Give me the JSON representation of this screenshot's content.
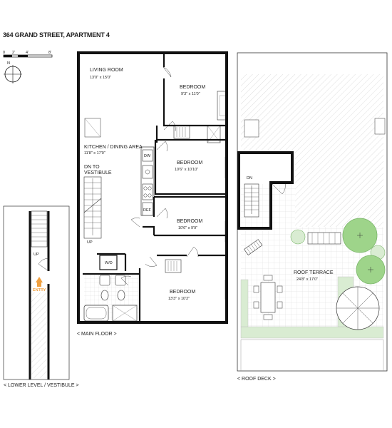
{
  "title": "364 GRAND STREET, APARTMENT 4",
  "scale": {
    "ticks": [
      "0",
      "2'",
      "4'",
      "8'"
    ]
  },
  "compass": {
    "label": "N"
  },
  "rooms": {
    "living": {
      "name": "LIVING ROOM",
      "dims": "13'0\" x 15'0\""
    },
    "bedroom1": {
      "name": "BEDROOM",
      "dims": "9'3\" x 11'0\""
    },
    "kitchen": {
      "name": "KITCHEN / DINING AREA",
      "dims": "11'8\" x 17'0\""
    },
    "bedroom2": {
      "name": "BEDROOM",
      "dims": "10'6\" x 10'10\""
    },
    "bedroom3": {
      "name": "BEDROOM",
      "dims": "10'6\" x 9'9\""
    },
    "bedroom4": {
      "name": "BEDROOM",
      "dims": "13'3\" x 10'2\""
    },
    "terrace": {
      "name": "ROOF TERRACE",
      "dims": "24'8\" x 17'0\""
    }
  },
  "fixtures": {
    "dw": "DW",
    "ref": "REF",
    "wd": "W/D",
    "dn_vestibule_1": "DN TO",
    "dn_vestibule_2": "VESTIBULE",
    "up_main": "UP",
    "dn_roof": "DN",
    "up_lower": "UP",
    "entry": "ENTRY"
  },
  "captions": {
    "main_floor": "< MAIN FLOOR >",
    "roof_deck": "< ROOF DECK >",
    "lower_level": "< LOWER LEVEL / VESTIBULE >"
  },
  "colors": {
    "wall": "#111111",
    "planting": "#d9ecd2",
    "tree": "#9ed48a",
    "entry": "#f0a040"
  }
}
